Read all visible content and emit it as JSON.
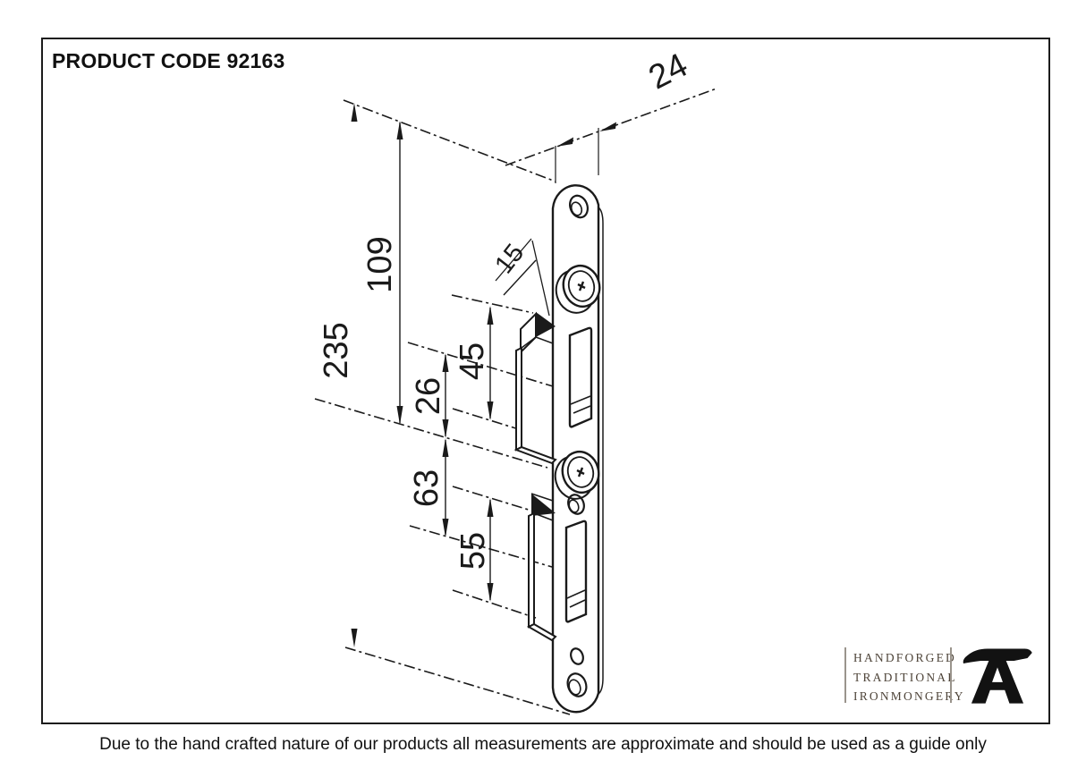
{
  "header": {
    "product_code": "PRODUCT CODE 92163"
  },
  "footer": {
    "disclaimer": "Due to the hand crafted nature of our products all measurements are approximate and should be used as a guide only"
  },
  "logo": {
    "line1": "HANDFORGED",
    "line2": "TRADITIONAL",
    "line3": "IRONMONGERY",
    "icon": "anvil-icon"
  },
  "drawing": {
    "subject": "bevelled door keep / strike plate isometric technical drawing",
    "units": "mm"
  },
  "dimensions": {
    "d24": {
      "label": "24"
    },
    "d109": {
      "label": "109"
    },
    "d235": {
      "label": "235"
    },
    "d15": {
      "label": "15"
    },
    "d45": {
      "label": "45"
    },
    "d26": {
      "label": "26"
    },
    "d63": {
      "label": "63"
    },
    "d55": {
      "label": "55"
    }
  },
  "colors": {
    "ink": "#1a1a1a",
    "logo_text": "#4e4439",
    "anvil": "#121212"
  }
}
